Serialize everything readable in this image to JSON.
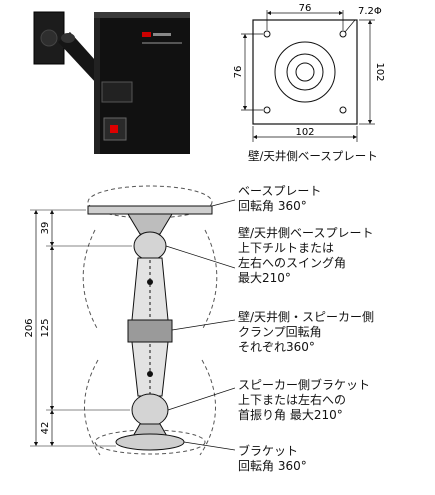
{
  "plate": {
    "dim_top": "76",
    "dim_hole": "7.2Φ",
    "dim_left": "76",
    "dim_right": "102",
    "dim_bottom": "102",
    "caption": "壁/天井側ベースプレート"
  },
  "arm_dims": {
    "total": "206",
    "top": "39",
    "middle": "125",
    "bottom": "42"
  },
  "annotations": [
    {
      "lines": [
        "ベースプレート",
        "回転角 360°"
      ]
    },
    {
      "lines": [
        "壁/天井側ベースプレート",
        "上下チルトまたは",
        "左右へのスイング角",
        "最大210°"
      ]
    },
    {
      "lines": [
        "壁/天井側・スピーカー側",
        "クランプ回転角",
        "それぞれ360°"
      ]
    },
    {
      "lines": [
        "スピーカー側ブラケット",
        "上下または左右への",
        "首振り角 最大210°"
      ]
    },
    {
      "lines": [
        "ブラケット",
        "回転角 360°"
      ]
    }
  ]
}
